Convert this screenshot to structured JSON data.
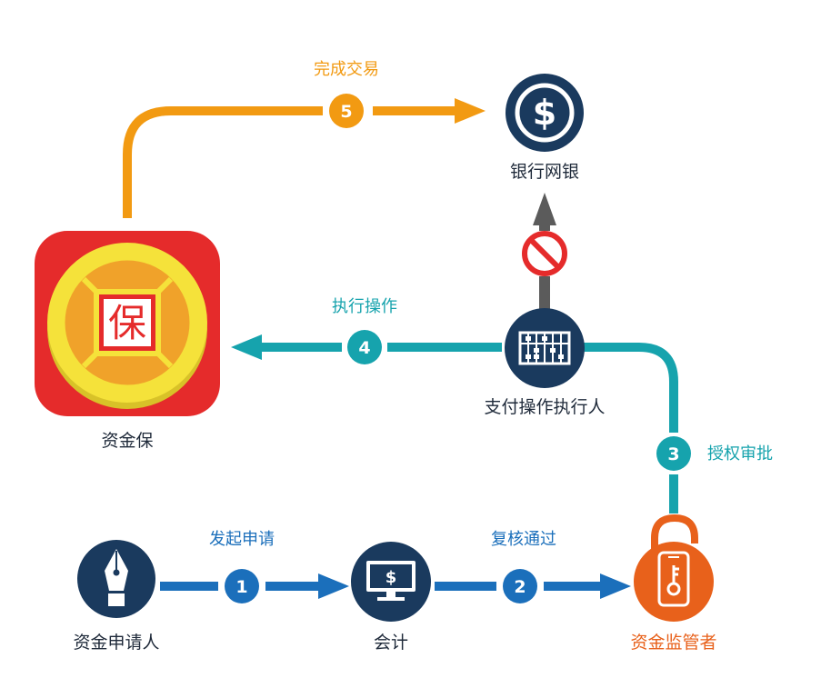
{
  "nodes": {
    "bank": {
      "label": "银行网银",
      "icon": "dollar-coin-icon"
    },
    "fund_app": {
      "label": "资金保",
      "badge": "保",
      "icon": "fund-app-icon"
    },
    "executor": {
      "label": "支付操作执行人",
      "icon": "abacus-icon"
    },
    "applicant": {
      "label": "资金申请人",
      "icon": "fountain-pen-icon"
    },
    "accountant": {
      "label": "会计",
      "icon": "monitor-dollar-icon"
    },
    "supervisor": {
      "label": "资金监管者",
      "icon": "phone-key-lock-icon"
    }
  },
  "steps": [
    {
      "number": "1",
      "label": "发起申请",
      "color": "#1b6fbb"
    },
    {
      "number": "2",
      "label": "复核通过",
      "color": "#1b6fbb"
    },
    {
      "number": "3",
      "label": "授权审批",
      "color": "#16a3ad"
    },
    {
      "number": "4",
      "label": "执行操作",
      "color": "#16a3ad"
    },
    {
      "number": "5",
      "label": "完成交易",
      "color": "#f29a12"
    }
  ],
  "blocked_path": {
    "icon": "prohibited-icon"
  },
  "colors": {
    "navy": "#1a3a5e",
    "blue": "#1b6fbb",
    "teal": "#16a3ad",
    "orange": "#f29a12",
    "supervisor": "#e8611b",
    "app_red": "#e52b2b",
    "coin_gold": "#f0a22a",
    "coin_rim": "#f5e23a",
    "gray": "#5b5b5b"
  }
}
